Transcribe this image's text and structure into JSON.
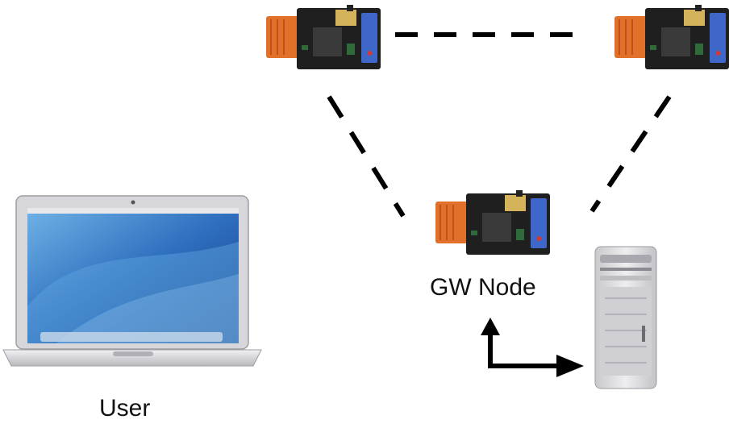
{
  "diagram": {
    "nodes": [
      {
        "id": "node-top-left",
        "kind": "sensor-node-board"
      },
      {
        "id": "node-top-right",
        "kind": "sensor-node-board"
      },
      {
        "id": "node-gateway",
        "kind": "sensor-node-board",
        "label": "GW Node"
      },
      {
        "id": "server",
        "kind": "tower-server"
      },
      {
        "id": "user-laptop",
        "kind": "laptop",
        "label": "User"
      }
    ],
    "links": [
      {
        "from": "node-top-left",
        "to": "node-top-right",
        "style": "dashed"
      },
      {
        "from": "node-top-left",
        "to": "node-gateway",
        "style": "dashed"
      },
      {
        "from": "node-top-right",
        "to": "node-gateway",
        "style": "dashed"
      },
      {
        "from": "server",
        "to": "node-gateway",
        "style": "elbow-arrow",
        "arrowheads": "both"
      }
    ],
    "colors": {
      "line": "#000000",
      "board": "#1f1f1f",
      "ribbon": "#e0702a",
      "connector": "#3f66c9",
      "screen": "#2e6fbf",
      "server": "#d8d8dc"
    }
  }
}
